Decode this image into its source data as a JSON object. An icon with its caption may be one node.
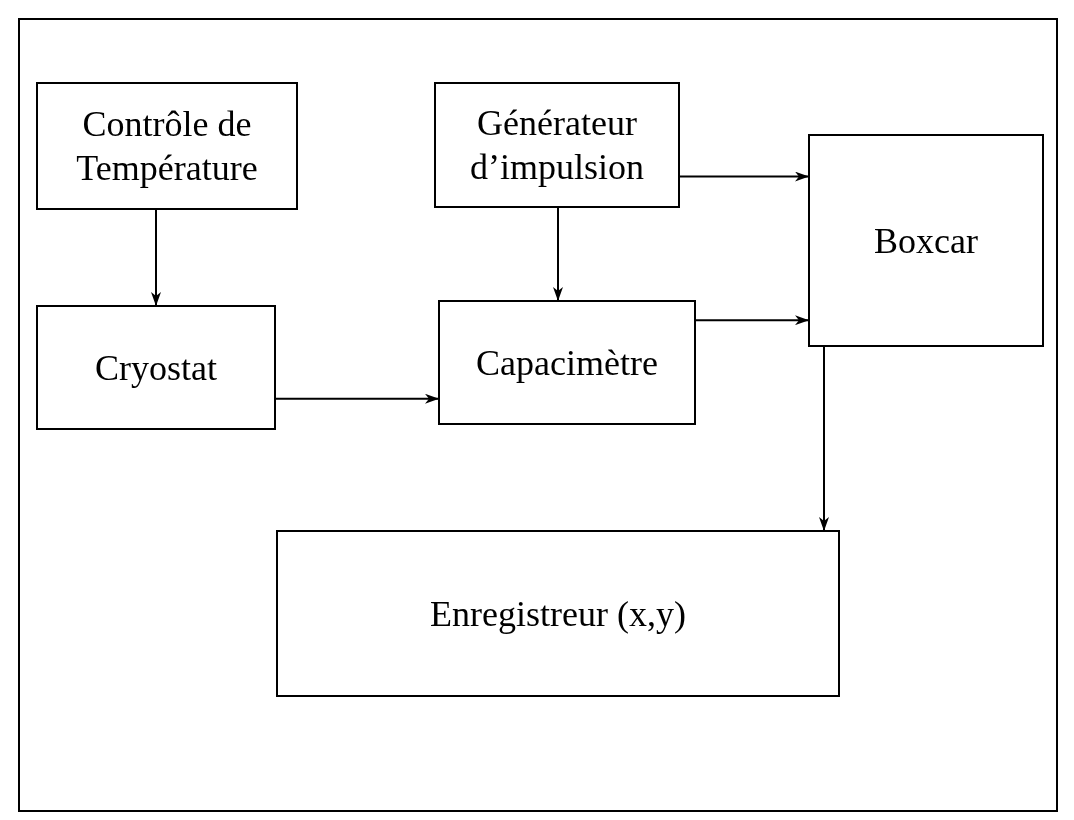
{
  "diagram": {
    "nodes": [
      {
        "text": [
          "Contrôle de Température"
        ]
      },
      {
        "text": [
          "Générateur d’impulsion"
        ]
      },
      {
        "text": [
          "Boxcar"
        ]
      },
      {
        "text": [
          "Cryostat"
        ]
      },
      {
        "text": [
          "Capacimètre"
        ]
      },
      {
        "text": [
          "Enregistreur (x,y)"
        ]
      }
    ],
    "edges": [
      {
        "from": 0,
        "to": 3,
        "arrow": "to"
      },
      {
        "from": 1,
        "to": 4,
        "arrow": "to"
      },
      {
        "from": 1,
        "to": 2,
        "arrow": "to"
      },
      {
        "from": 3,
        "to": 4,
        "arrow": "to"
      },
      {
        "from": 4,
        "to": 2,
        "arrow": "to"
      },
      {
        "from": 2,
        "to": 5,
        "arrow": "to"
      }
    ]
  }
}
